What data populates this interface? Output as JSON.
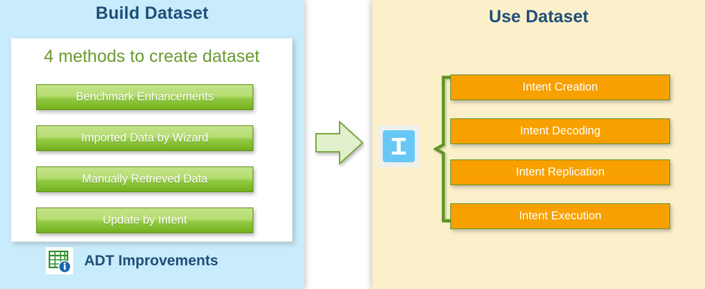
{
  "left_panel": {
    "title": "Build Dataset",
    "card_heading": "4 methods to create dataset",
    "methods": [
      {
        "label": "Benchmark Enhancements"
      },
      {
        "label": "Imported Data by Wizard"
      },
      {
        "label": "Manually Retrieved Data"
      },
      {
        "label": "Update by Intent"
      }
    ],
    "footer": {
      "icon": "adt-grid-info-icon",
      "label": "ADT Improvements"
    },
    "colors": {
      "background": "#c8ecfb",
      "title_text": "#1f4e79",
      "card_background": "#ffffff",
      "heading_text": "#6a9b30",
      "button_gradient_top": "#c3e389",
      "button_gradient_bottom": "#73b01b",
      "button_border": "#64901f",
      "button_text": "#ffffff"
    }
  },
  "center": {
    "arrow": {
      "icon": "right-arrow-icon",
      "fill": "#e1f0cd",
      "border": "#7aa93c"
    }
  },
  "right_panel": {
    "title": "Use Dataset",
    "intent_icon": {
      "icon": "intent-i-icon",
      "glyph": "I",
      "tile_color": "#68c8f5",
      "glyph_color": "#ffffff"
    },
    "bracket": {
      "icon": "brace-bracket-icon",
      "color": "#5f9624"
    },
    "intents": [
      {
        "label": "Intent Creation"
      },
      {
        "label": "Intent Decoding"
      },
      {
        "label": "Intent Replication"
      },
      {
        "label": "Intent Execution"
      }
    ],
    "colors": {
      "background": "#fcf0ca",
      "title_text": "#1f4e79",
      "button_fill": "#f7a000",
      "button_border": "#5f9624",
      "button_text": "#ffffff"
    }
  }
}
